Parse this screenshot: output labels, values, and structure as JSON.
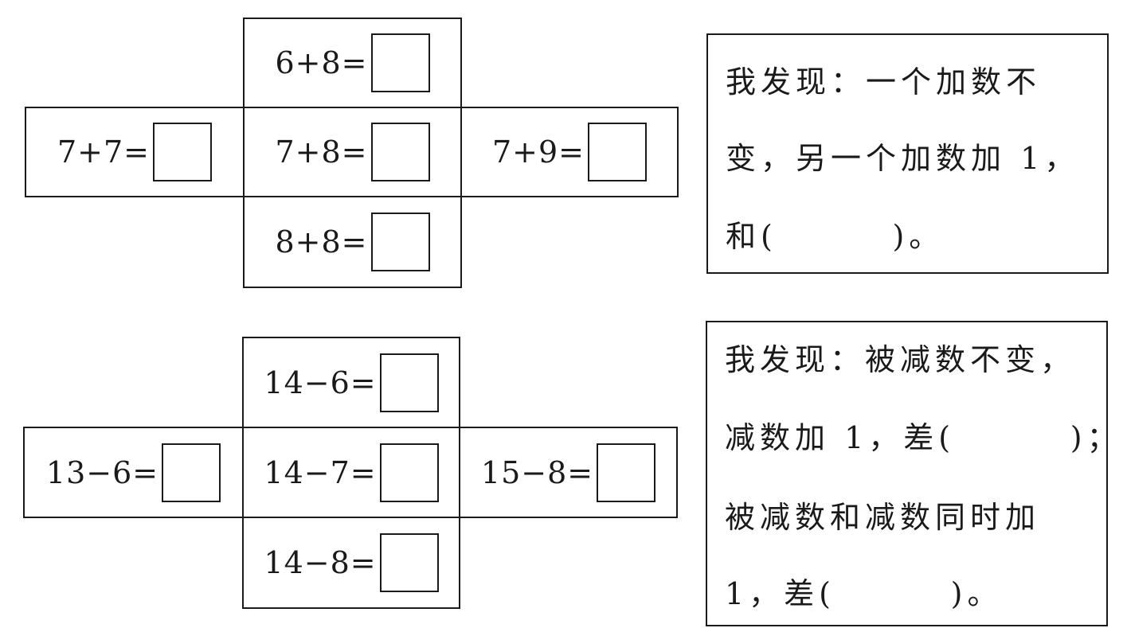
{
  "addition": {
    "top": "6+8=",
    "left": "7+7=",
    "center": "7+8=",
    "right": "7+9=",
    "bottom": "8+8=",
    "note_lines": [
      "我发现：一个加数不",
      "变，另一个加数加 1，",
      "和(        )。"
    ]
  },
  "subtraction": {
    "top": "14−6=",
    "left": "13−6=",
    "center": "14−7=",
    "right": "15−8=",
    "bottom": "14−8=",
    "note_lines": [
      "我发现：被减数不变，",
      "减数加 1，差(        )；",
      "被减数和减数同时加",
      "1，差(        )。"
    ]
  }
}
